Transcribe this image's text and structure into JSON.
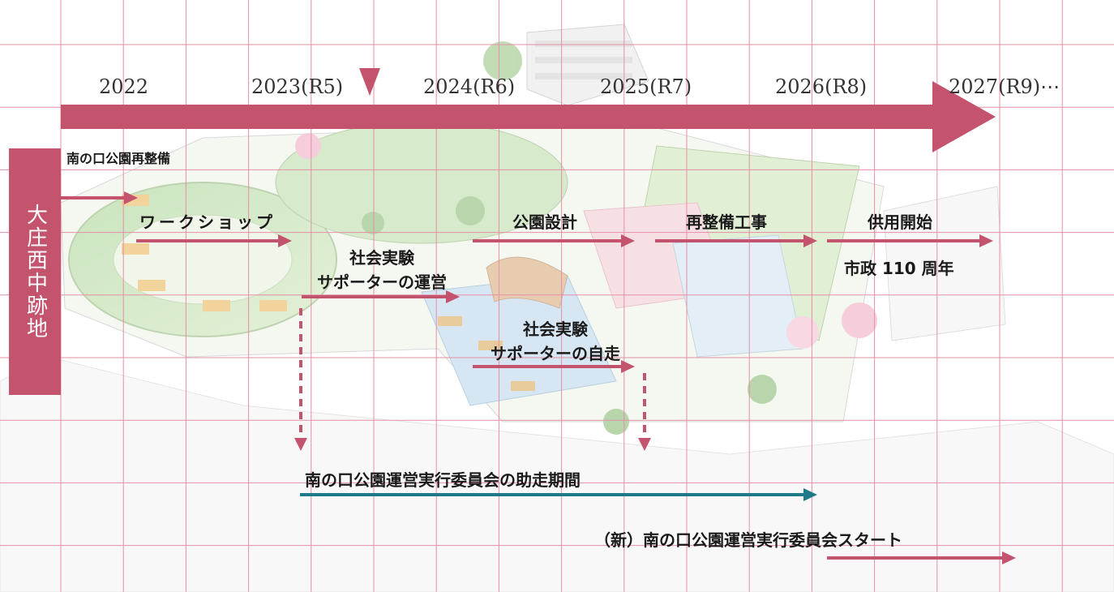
{
  "timeline": {
    "years": [
      "2022",
      "2023(R5)",
      "2024(R6)",
      "2025(R7)",
      "2026(R8)",
      "2027(R9)⋯"
    ]
  },
  "side_label": "大庄西中跡地",
  "labels": {
    "park_redevelopment": "南の口公園再整備",
    "workshop": "ワークショップ",
    "social_experiment_supporter_ops_1": "社会実験",
    "social_experiment_supporter_ops_2": "サポーターの運営",
    "social_experiment_self_run_1": "社会実験",
    "social_experiment_self_run_2": "サポーターの自走",
    "park_design": "公園設計",
    "redevelopment_construction": "再整備工事",
    "opening": "供用開始",
    "city_anniversary": "市政 110 周年",
    "committee_run_up": "南の口公園運営実行委員会の助走期間",
    "new_committee_start": "（新）南の口公園運営実行委員会スタート"
  },
  "colors": {
    "accent": "#c4536e",
    "teal": "#1f7a87",
    "grid": "#e58fa6"
  }
}
